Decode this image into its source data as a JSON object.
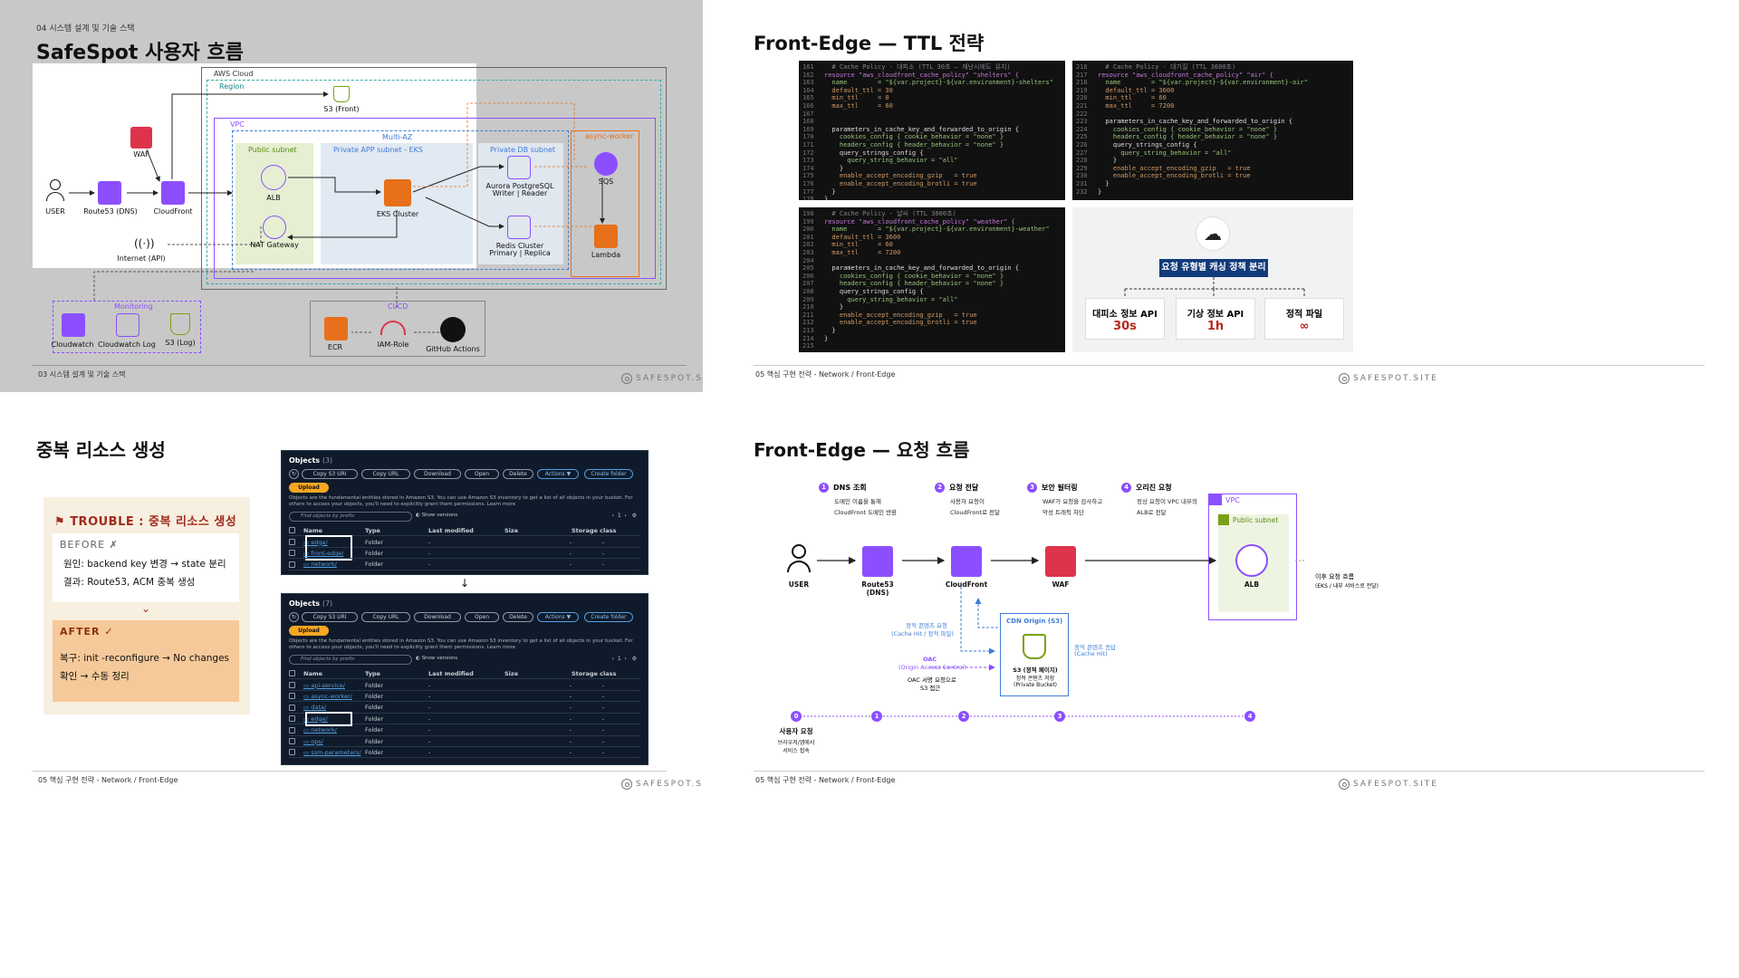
{
  "q1": {
    "section": "04 시스템 설계 및 기술 스택",
    "title": "SafeSpot 사용자 흐름",
    "footer": "03 시스템 설계 및 기술 스택",
    "brand": "SAFESPOT.SITE",
    "groups": {
      "aws_cloud": "AWS Cloud",
      "region": "Region",
      "vpc": "VPC",
      "multi_az": "Multi-AZ",
      "public_subnet": "Public subnet",
      "private_app": "Private APP subnet - EKS",
      "private_db": "Private DB subnet",
      "async_worker": "async-worker",
      "monitoring": "Monitoring",
      "cicd": "CI/CD"
    },
    "nodes": {
      "user": "USER",
      "route53": "Route53 (DNS)",
      "cloudfront": "CloudFront",
      "waf": "WAF",
      "s3_front": "S3 (Front)",
      "alb": "ALB",
      "nat": "NAT Gateway",
      "eks": "EKS Cluster",
      "aurora": "Aurora PostgreSQL",
      "aurora2": "Writer | Reader",
      "redis": "Redis Cluster",
      "redis2": "Primary | Replica",
      "sqs": "SQS",
      "lambda": "Lambda",
      "internet": "Internet (API)",
      "cloudwatch": "Cloudwatch",
      "cloudwatch_log": "Cloudwatch Log",
      "s3_log": "S3 (Log)",
      "ecr": "ECR",
      "iam": "IAM-Role",
      "github": "GitHub Actions"
    }
  },
  "q2": {
    "title": "Front-Edge — TTL 전략",
    "footer": "05 핵심 구현 전략 - Network / Front-Edge",
    "brand": "SAFESPOT.SITE",
    "policy_title": "요청 유형별 캐싱 정책 분리",
    "cards": [
      {
        "label": "대피소 정보 API",
        "value": "30s"
      },
      {
        "label": "기상 정보 API",
        "value": "1h"
      },
      {
        "label": "정적 파일",
        "value": "∞"
      }
    ],
    "code1": [
      [
        "161",
        "  # Cache Policy - 대피소 (TTL 30초 — 재난시에도 유지)"
      ],
      [
        "162",
        "resource \"aws_cloudfront_cache_policy\" \"shelters\" {"
      ],
      [
        "163",
        "  name        = \"${var.project}-${var.environment}-shelters\""
      ],
      [
        "164",
        "  default_ttl = 30"
      ],
      [
        "165",
        "  min_ttl     = 0"
      ],
      [
        "166",
        "  max_ttl     = 60"
      ],
      [
        "167",
        ""
      ],
      [
        "168",
        ""
      ],
      [
        "169",
        "  parameters_in_cache_key_and_forwarded_to_origin {"
      ],
      [
        "170",
        "    cookies_config { cookie_behavior = \"none\" }"
      ],
      [
        "171",
        "    headers_config { header_behavior = \"none\" }"
      ],
      [
        "172",
        "    query_strings_config {"
      ],
      [
        "173",
        "      query_string_behavior = \"all\""
      ],
      [
        "174",
        "    }"
      ],
      [
        "175",
        "    enable_accept_encoding_gzip   = true"
      ],
      [
        "176",
        "    enable_accept_encoding_brotli = true"
      ],
      [
        "177",
        "  }"
      ],
      [
        "178",
        "}"
      ]
    ],
    "code2": [
      [
        "216",
        "  # Cache Policy - 대기질 (TTL 3600초)"
      ],
      [
        "217",
        "resource \"aws_cloudfront_cache_policy\" \"air\" {"
      ],
      [
        "218",
        "  name        = \"${var.project}-${var.environment}-air\""
      ],
      [
        "219",
        "  default_ttl = 3600"
      ],
      [
        "220",
        "  min_ttl     = 60"
      ],
      [
        "221",
        "  max_ttl     = 7200"
      ],
      [
        "222",
        ""
      ],
      [
        "223",
        "  parameters_in_cache_key_and_forwarded_to_origin {"
      ],
      [
        "224",
        "    cookies_config { cookie_behavior = \"none\" }"
      ],
      [
        "225",
        "    headers_config { header_behavior = \"none\" }"
      ],
      [
        "226",
        "    query_strings_config {"
      ],
      [
        "227",
        "      query_string_behavior = \"all\""
      ],
      [
        "228",
        "    }"
      ],
      [
        "229",
        "    enable_accept_encoding_gzip   = true"
      ],
      [
        "230",
        "    enable_accept_encoding_brotli = true"
      ],
      [
        "231",
        "  }"
      ],
      [
        "232",
        "}"
      ]
    ],
    "code3": [
      [
        "198",
        "  # Cache Policy - 날씨 (TTL 3600초)"
      ],
      [
        "199",
        "resource \"aws_cloudfront_cache_policy\" \"weather\" {"
      ],
      [
        "200",
        "  name        = \"${var.project}-${var.environment}-weather\""
      ],
      [
        "201",
        "  default_ttl = 3600"
      ],
      [
        "202",
        "  min_ttl     = 60"
      ],
      [
        "203",
        "  max_ttl     = 7200"
      ],
      [
        "204",
        ""
      ],
      [
        "205",
        "  parameters_in_cache_key_and_forwarded_to_origin {"
      ],
      [
        "206",
        "    cookies_config { cookie_behavior = \"none\" }"
      ],
      [
        "207",
        "    headers_config { header_behavior = \"none\" }"
      ],
      [
        "208",
        "    query_strings_config {"
      ],
      [
        "209",
        "      query_string_behavior = \"all\""
      ],
      [
        "210",
        "    }"
      ],
      [
        "211",
        "    enable_accept_encoding_gzip   = true"
      ],
      [
        "212",
        "    enable_accept_encoding_brotli = true"
      ],
      [
        "213",
        "  }"
      ],
      [
        "214",
        "}"
      ],
      [
        "215",
        ""
      ]
    ]
  },
  "q3": {
    "title": "중복 리소스 생성",
    "footer": "05 핵심 구현 전략 - Network / Front-Edge",
    "brand": "SAFESPOT.SITE",
    "trouble": "TROUBLE : 중복 리소스 생성",
    "before": "BEFORE ✗",
    "before_lines": [
      "원인: backend key 변경 → state 분리",
      "결과: Route53, ACM 중복 생성"
    ],
    "after": "AFTER ✓",
    "after_lines": [
      "복구: init -reconfigure → No changes",
      "확인 → 수동 정리"
    ],
    "s3_top": {
      "title": "Objects",
      "count": "(3)",
      "rows": [
        "edge/",
        "front-edge/",
        "network/"
      ]
    },
    "s3_bottom": {
      "title": "Objects",
      "count": "(7)",
      "rows": [
        "api-service/",
        "async-worker/",
        "data/",
        "edge/",
        "network/",
        "ops/",
        "ssm-parameters/"
      ]
    },
    "s3_buttons": [
      "Copy S3 URI",
      "Copy URL",
      "Download",
      "Open",
      "Delete",
      "Actions ▼",
      "Create folder"
    ],
    "s3_upload": "Upload",
    "s3_desc": "Objects are the fundamental entities stored in Amazon S3. You can use Amazon S3 inventory to get a list of all objects in your bucket. For others to access your objects, you'll need to explicitly grant them permissions. Learn more",
    "s3_search": "Find objects by prefix",
    "s3_versions": "Show versions",
    "s3_cols": [
      "Name",
      "Type",
      "Last modified",
      "Size",
      "Storage class"
    ],
    "s3_type": "Folder",
    "s3_dash": "-",
    "s3_page": "1"
  },
  "q4": {
    "title": "Front-Edge — 요청 흐름",
    "footer": "05 핵심 구현 전략 - Network / Front-Edge",
    "brand": "SAFESPOT.SITE",
    "steps": [
      {
        "num": "1",
        "title": "DNS 조회",
        "d1": "도메인 이름을 통해",
        "d2": "CloudFront 도메인 반환"
      },
      {
        "num": "2",
        "title": "요청 전달",
        "d1": "사용자 요청이",
        "d2": "CloudFront로 전달"
      },
      {
        "num": "3",
        "title": "보안 필터링",
        "d1": "WAF가 요청을 검사하고",
        "d2": "악성 트래픽 차단"
      },
      {
        "num": "4",
        "title": "오리진 요청",
        "d1": "정상 요청이 VPC 내부의",
        "d2": "ALB로 전달"
      }
    ],
    "nodes": {
      "user": "USER",
      "route53": "Route53",
      "route53b": "(DNS)",
      "cloudfront": "CloudFront",
      "waf": "WAF",
      "alb": "ALB",
      "vpc": "VPC",
      "public_subnet": "Public subnet"
    },
    "next1": "이후 요청 흐름",
    "next2": "(EKS / 내부 서비스로 전달)",
    "cdn_origin": "CDN Origin (S3)",
    "s3_name": "S3 (정적 페이지)",
    "s3_d1": "정적 콘텐츠 저장",
    "s3_d2": "(Private Bucket)",
    "req1": "정적 콘텐츠 요청",
    "req2": "(Cache Hit / 정적 파일)",
    "oac1": "OAC",
    "oac2": "(Origin Access Control)",
    "oac3": "OAC 서명 요청으로",
    "oac4": "S3 접근",
    "resp1": "정적 콘텐츠 응답",
    "resp2": "(Cache Hit)",
    "timeline": [
      "0",
      "1",
      "2",
      "3",
      "4"
    ],
    "tl_label": "사용자 요청",
    "tl_d1": "브라우저/앱에서",
    "tl_d2": "서비스 접속",
    "colors": {
      "purple": "#8c4fff",
      "red": "#dd344c",
      "green": "#7aa116",
      "blue": "#3e7cd6"
    }
  }
}
